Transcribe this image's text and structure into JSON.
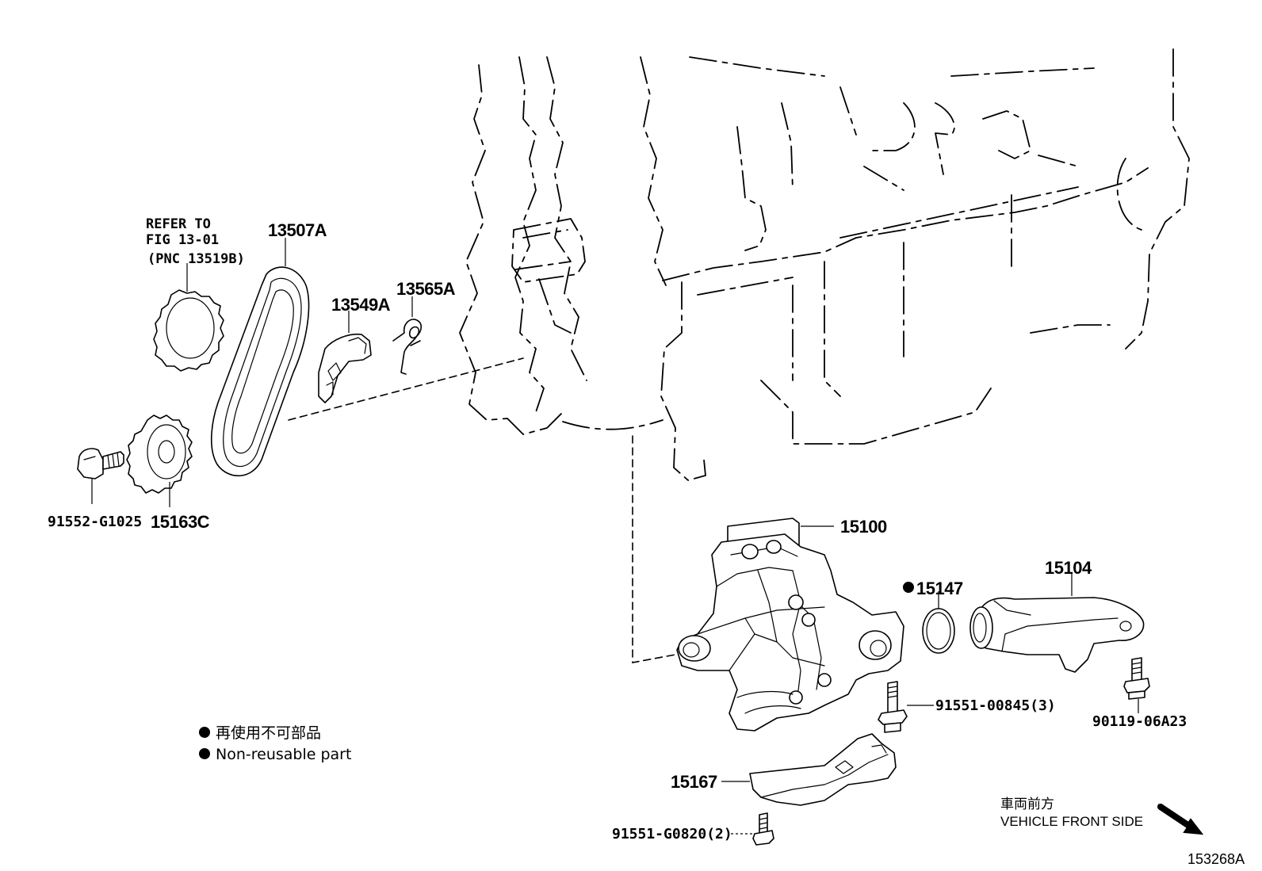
{
  "labels": {
    "refer_line1": "REFER TO",
    "refer_line2": "FIG 13-01",
    "refer_line3": "(PNC 13519B)",
    "p13507A": "13507A",
    "p13549A": "13549A",
    "p13565A": "13565A",
    "p91552": "91552-G1025",
    "p15163C": "15163C",
    "p15100": "15100",
    "p15147": "15147",
    "p15104": "15104",
    "p91551_00845": "91551-00845(3)",
    "p90119": "90119-06A23",
    "p15167": "15167",
    "p91551_G0820": "91551-G0820(2)"
  },
  "legend": {
    "dot_symbol": "●",
    "jp": "再使用不可部品",
    "en": "Non-reusable part"
  },
  "orientation": {
    "jp": "車両前方",
    "en": "VEHICLE FRONT SIDE"
  },
  "figure_id": "153268A",
  "colors": {
    "ink": "#000000",
    "paper": "#ffffff"
  }
}
